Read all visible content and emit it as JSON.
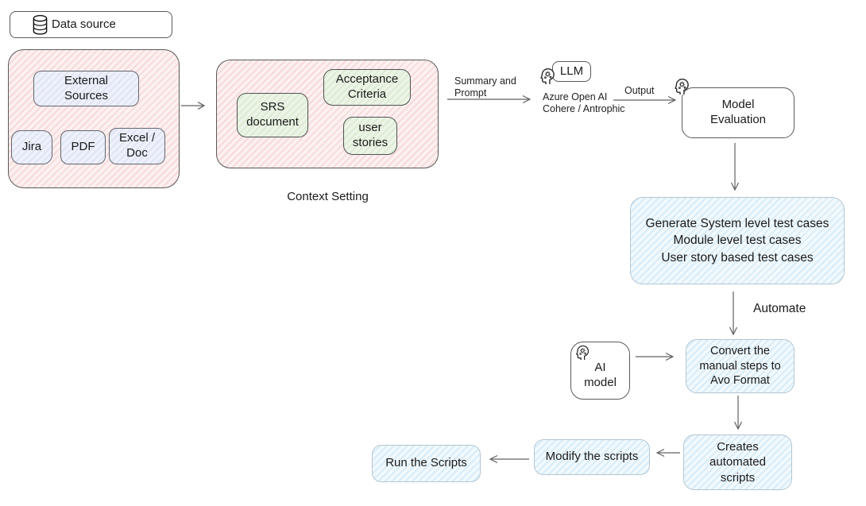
{
  "nodes": {
    "data_source": "Data source",
    "external_sources": "External\nSources",
    "jira": "Jira",
    "pdf": "PDF",
    "excel_doc": "Excel /\nDoc",
    "srs_document": "SRS\ndocument",
    "acceptance_criteria": "Acceptance\nCriteria",
    "user_stories": "user\nstories",
    "llm": "LLM",
    "model_evaluation": "Model\nEvaluation",
    "generate_test_cases": "Generate System level test cases\nModule level test cases\nUser story based test cases",
    "ai_model": "AI\nmodel",
    "convert_avo": "Convert the\nmanual steps to\nAvo Format",
    "creates_scripts": "Creates\nautomated\nscripts",
    "modify_scripts": "Modify the scripts",
    "run_scripts": "Run the Scripts"
  },
  "captions": {
    "context_setting": "Context Setting",
    "llm_providers": "Azure Open AI\nCohere / Antrophic"
  },
  "edge_labels": {
    "summary_prompt": "Summary and\nPrompt",
    "output": "Output",
    "automate": "Automate"
  },
  "icons": [
    "database-icon",
    "ai-head-icon"
  ],
  "colors": {
    "pink_fill": "#fdf0f0",
    "pink_stripe": "#f6dada",
    "lavender_fill": "#eef1fb",
    "lavender_stripe": "#dfe5f4",
    "green_fill": "#ecf4e7",
    "green_stripe": "#dcecd4",
    "blue_fill": "#f1f9fd",
    "blue_stripe": "#d9ecf8",
    "blue_border": "#b3c6d2",
    "border_dark": "#595959",
    "arrow": "#616161"
  }
}
